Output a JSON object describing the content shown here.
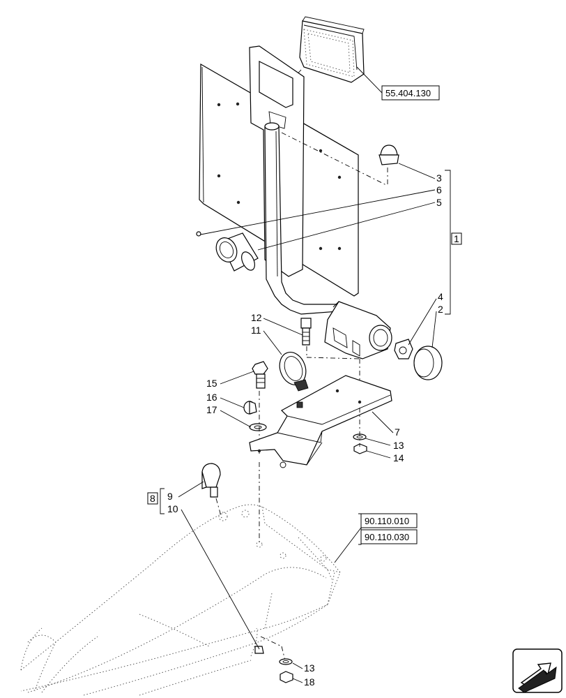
{
  "references": {
    "ref_top": "55.404.130",
    "ref_bottom_1": "90.110.010",
    "ref_bottom_2": "90.110.030"
  },
  "group_labels": {
    "group_1": "1",
    "group_8": "8"
  },
  "callouts": {
    "c3": "3",
    "c6": "6",
    "c5": "5",
    "c4": "4",
    "c2": "2",
    "c12": "12",
    "c11": "11",
    "c15": "15",
    "c16": "16",
    "c17": "17",
    "c7": "7",
    "c13a": "13",
    "c14": "14",
    "c9": "9",
    "c10": "10",
    "c13b": "13",
    "c18": "18"
  },
  "icons": {
    "nav": "exit-arrow-icon"
  }
}
